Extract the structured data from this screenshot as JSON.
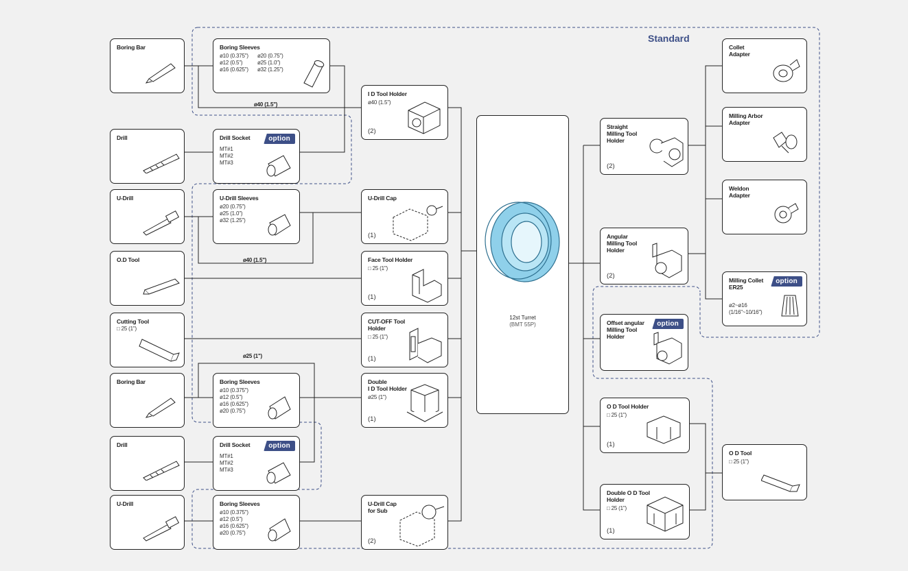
{
  "legend": {
    "standard": "Standard",
    "option_badge": "option"
  },
  "wire_labels": {
    "id40_top": "ø40 (1.5\")",
    "id40_mid": "ø40 (1.5\")",
    "od25": "ø25 (1\")"
  },
  "left_tools": [
    {
      "title": "Boring Bar",
      "icon": "boring-bar-icon"
    },
    {
      "title": "Drill",
      "icon": "drill-icon"
    },
    {
      "title": "U-Drill",
      "icon": "u-drill-icon"
    },
    {
      "title": "O.D Tool",
      "icon": "od-tool-icon"
    },
    {
      "title": "Cutting Tool",
      "spec": "□ 25 (1\")",
      "icon": "cutting-tool-icon"
    },
    {
      "title": "Boring Bar",
      "icon": "boring-bar-icon"
    },
    {
      "title": "Drill",
      "icon": "drill-icon"
    },
    {
      "title": "U-Drill",
      "icon": "u-drill-icon"
    }
  ],
  "sleeves": [
    {
      "title": "Boring  Sleeves",
      "spec_a": "ø10 (0.375\")\nø12 (0.5\")\nø16 (0.625\")",
      "spec_b": "ø20 (0.75\")\nø25 (1.0\")\nø32 (1.25\")",
      "icon": "sleeve-icon"
    },
    {
      "title": "Drill Socket",
      "spec_a": "MT#1\nMT#2\nMT#3",
      "option": true,
      "icon": "socket-icon"
    },
    {
      "title": "U-Drill Sleeves",
      "spec_a": "ø20 (0.75\")\nø25 (1.0\")\nø32 (1.25\")",
      "icon": "sleeve-icon"
    },
    {
      "title": "Boring Sleeves",
      "spec_a": "ø10 (0.375\")\nø12 (0.5\")\nø16 (0.625\")\nø20 (0.75\")",
      "icon": "sleeve-icon"
    },
    {
      "title": "Drill Socket",
      "spec_a": "MT#1\nMT#2\nMT#3",
      "option": true,
      "icon": "socket-icon"
    },
    {
      "title": "Boring Sleeves",
      "spec_a": "ø10 (0.375\")\nø12 (0.5\")\nø16 (0.625\")\nø20 (0.75\")",
      "icon": "sleeve-icon"
    }
  ],
  "holders": [
    {
      "title": "I D Tool Holder",
      "spec": "ø40 (1.5\")",
      "qty": "(2)",
      "icon": "id-holder-icon"
    },
    {
      "title": "U-Drill Cap",
      "spec": "",
      "qty": "(1)",
      "icon": "u-drill-cap-icon"
    },
    {
      "title": "Face Tool Holder",
      "spec": "□ 25 (1\")",
      "qty": "(1)",
      "icon": "face-holder-icon"
    },
    {
      "title": "CUT-OFF Tool\nHolder",
      "spec": "□ 25 (1\")",
      "qty": "(1)",
      "icon": "cutoff-holder-icon"
    },
    {
      "title": "Double\nI D Tool Holder",
      "spec": "ø25 (1\")",
      "qty": "(1)",
      "icon": "double-id-holder-icon"
    },
    {
      "title": "U-Drill Cap\nfor Sub",
      "spec": "",
      "qty": "(2)",
      "icon": "u-drill-cap-icon"
    }
  ],
  "turret": {
    "title": "12st Turret",
    "subtitle": "(BMT 55P)"
  },
  "right_holders": [
    {
      "title": "Straight\nMilling Tool\nHolder",
      "qty": "(2)",
      "icon": "straight-milling-icon"
    },
    {
      "title": "Angular\nMilling Tool\nHolder",
      "qty": "(2)",
      "icon": "angular-milling-icon"
    },
    {
      "title": "Offset angular\nMilling Tool\nHolder",
      "qty": "",
      "option": true,
      "icon": "offset-milling-icon"
    },
    {
      "title": "O D Tool Holder",
      "spec": "□ 25 (1\")",
      "qty": "(1)",
      "icon": "od-holder-icon"
    },
    {
      "title": "Double O D Tool\nHolder",
      "spec": "□ 25 (1\")",
      "qty": "(1)",
      "icon": "double-od-holder-icon"
    }
  ],
  "adapters": [
    {
      "title": "Collet\nAdapter",
      "icon": "collet-adapter-icon"
    },
    {
      "title": "Milling Arbor\nAdapter",
      "icon": "arbor-adapter-icon"
    },
    {
      "title": "Weldon\nAdapter",
      "icon": "weldon-adapter-icon"
    },
    {
      "title": "Milling Collet\nER25",
      "spec": "ø2~ø16\n(1/16\"~10/16\")",
      "option": true,
      "icon": "collet-icon"
    }
  ],
  "od_tool": {
    "title": "O D Tool",
    "spec": "□ 25 (1\")",
    "icon": "od-tool-icon"
  }
}
